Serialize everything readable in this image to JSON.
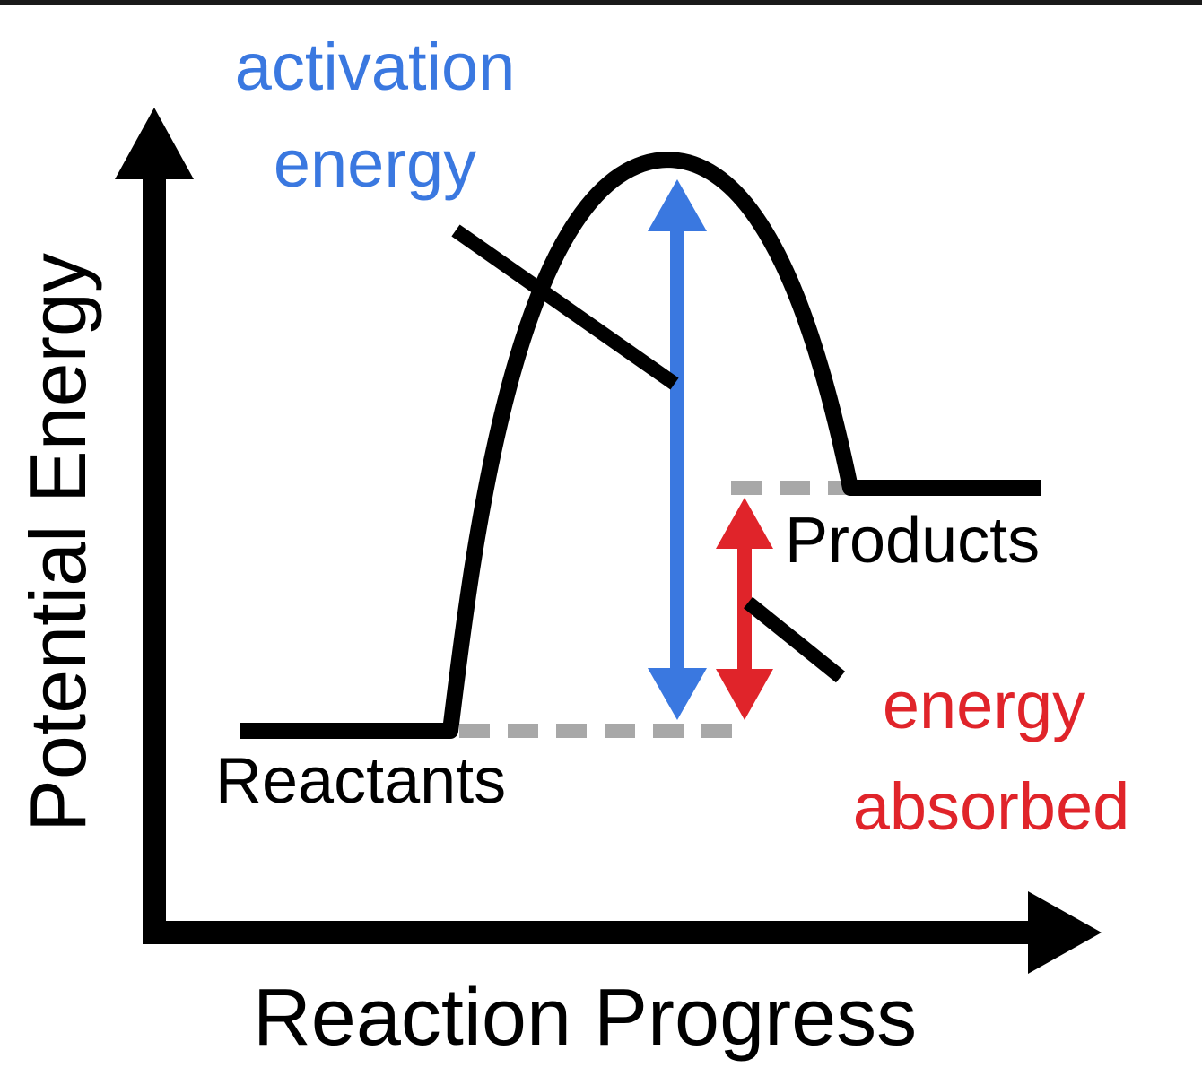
{
  "diagram": {
    "labels": {
      "y_axis": "Potential Energy",
      "x_axis": "Reaction Progress",
      "activation_line1": "activation",
      "activation_line2": "energy",
      "reactants": "Reactants",
      "products": "Products",
      "absorbed_line1": "energy",
      "absorbed_line2": "absorbed"
    },
    "colors": {
      "axis": "#000000",
      "curve": "#000000",
      "activation": "#3a78e0",
      "absorbed": "#e0242a",
      "dashed_level": "#a8a8a8"
    }
  }
}
